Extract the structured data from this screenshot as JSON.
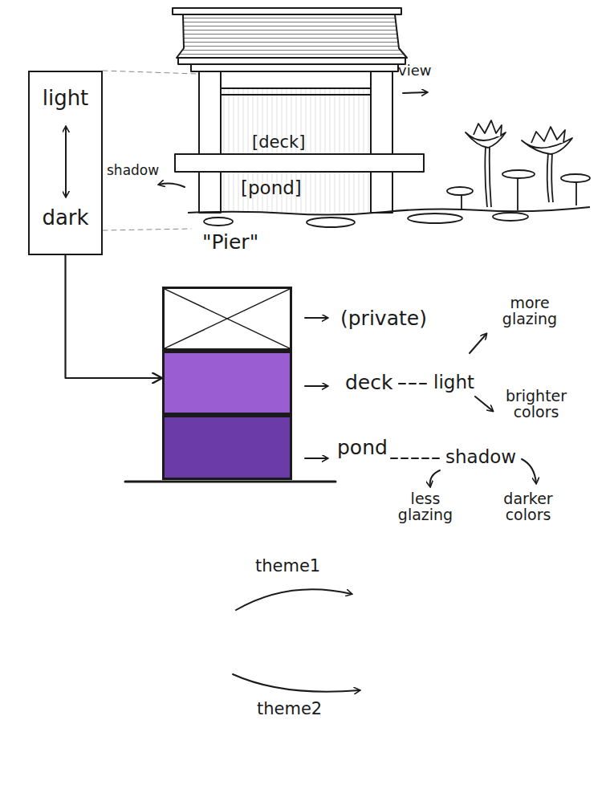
{
  "diagram": {
    "nodes": [
      {
        "text": [
          "light",
          "dark"
        ]
      },
      {
        "text": [
          "(private)"
        ]
      },
      {
        "text": [
          "deck"
        ]
      },
      {
        "text": [
          "pond"
        ]
      }
    ],
    "edges": [
      {
        "from": 0,
        "to": 2,
        "arrow": "to"
      }
    ],
    "labels": [
      "view",
      "shadow",
      "[deck]",
      "[pond]",
      "\"Pier\"",
      "light",
      "more glazing",
      "brighter colors",
      "shadow",
      "less glazing",
      "darker colors",
      "theme1",
      "theme2"
    ]
  }
}
